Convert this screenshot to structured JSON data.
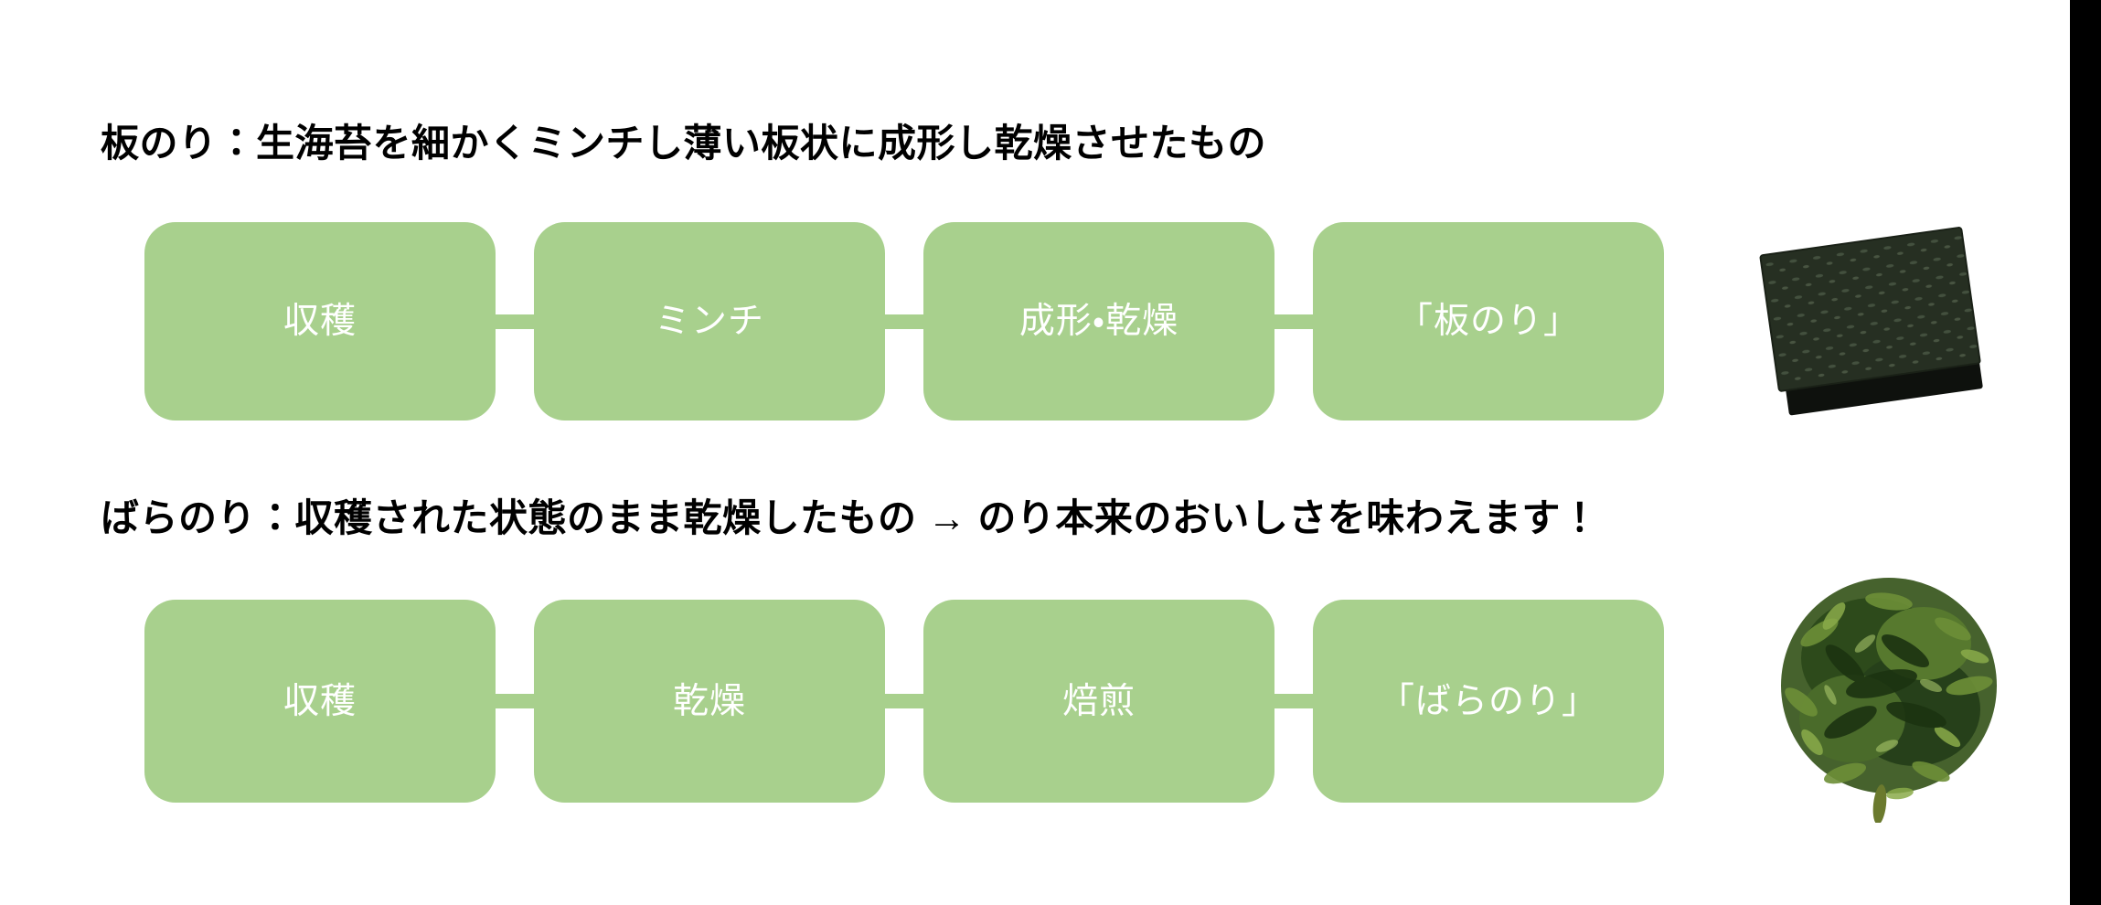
{
  "slide": {
    "background_color": "#ffffff",
    "accent_color": "#a8d08d",
    "box_text_color": "#ffffff",
    "heading_text_color": "#000000",
    "right_band_color": "#000000"
  },
  "sections": [
    {
      "heading": "板のり：生海苔を細かくミンチし薄い板状に成形し乾燥させたもの",
      "steps": [
        {
          "label": "収穫"
        },
        {
          "label": "ミンチ"
        },
        {
          "label": "成形・乾燥"
        },
        {
          "label": "「板のり」"
        }
      ],
      "photo_name": "sheet-nori-photo"
    },
    {
      "heading": "ばらのり：収穫された状態のまま乾燥したもの → のり本来のおいしさを味わえます！",
      "steps": [
        {
          "label": "収穫"
        },
        {
          "label": "乾燥"
        },
        {
          "label": "焙煎"
        },
        {
          "label": "「ばらのり」"
        }
      ],
      "photo_name": "loose-nori-photo"
    }
  ]
}
